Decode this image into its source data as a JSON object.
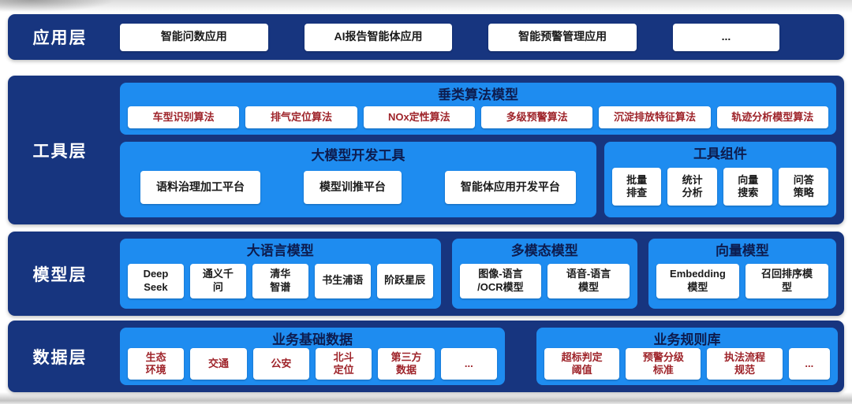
{
  "colors": {
    "band_navy": "#17357f",
    "group_blue": "#1e8cf0",
    "red_text": "#9e2329",
    "dark_text": "#1a1a1a",
    "title_navy": "#0d1c4e"
  },
  "layers": {
    "application": {
      "label": "应用层",
      "items": [
        "智能问数应用",
        "AI报告智能体应用",
        "智能预警管理应用",
        "..."
      ]
    },
    "tools": {
      "label": "工具层",
      "vertical_algorithms": {
        "title": "垂类算法模型",
        "items": [
          "车型识别算法",
          "排气定位算法",
          "NOx定性算法",
          "多级预警算法",
          "沉淀排放特征算法",
          "轨迹分析模型算法"
        ]
      },
      "llm_dev_tools": {
        "title": "大模型开发工具",
        "items": [
          "语料治理加工平台",
          "模型训推平台",
          "智能体应用开发平台"
        ]
      },
      "tool_components": {
        "title": "工具组件",
        "items": [
          "批量\n排查",
          "统计\n分析",
          "向量\n搜索",
          "问答\n策略"
        ]
      }
    },
    "models": {
      "label": "模型层",
      "llm": {
        "title": "大语言模型",
        "items": [
          "Deep\nSeek",
          "通义千\n问",
          "清华\n智谱",
          "书生浦语",
          "阶跃星辰"
        ]
      },
      "multimodal": {
        "title": "多模态模型",
        "items": [
          "图像-语言\n/OCR模型",
          "语音-语言\n模型"
        ]
      },
      "vector": {
        "title": "向量模型",
        "items": [
          "Embedding\n模型",
          "召回排序模\n型"
        ]
      }
    },
    "data": {
      "label": "数据层",
      "business_base": {
        "title": "业务基础数据",
        "items": [
          "生态\n环境",
          "交通",
          "公安",
          "北斗\n定位",
          "第三方\n数据",
          "..."
        ]
      },
      "business_rules": {
        "title": "业务规则库",
        "items": [
          "超标判定\n阈值",
          "预警分级\n标准",
          "执法流程\n规范",
          "..."
        ]
      }
    }
  }
}
